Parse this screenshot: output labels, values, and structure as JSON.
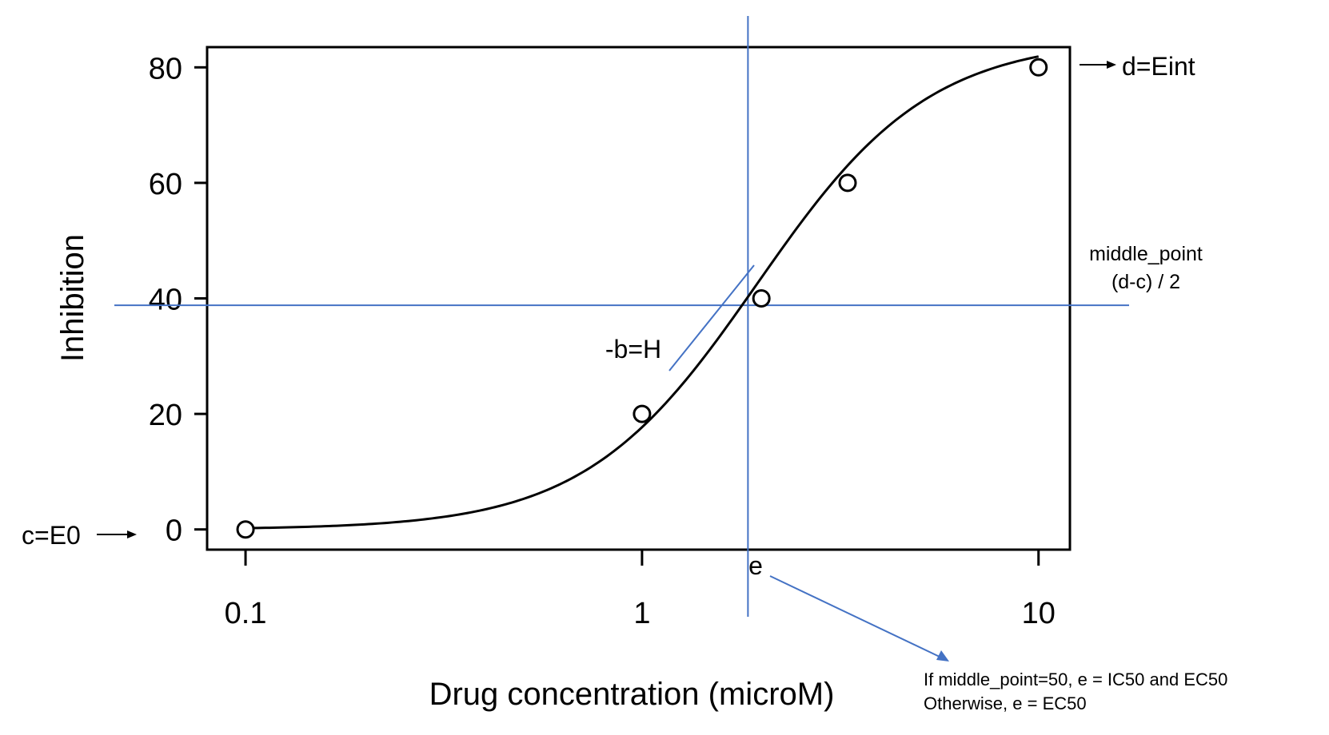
{
  "chart_data": {
    "type": "scatter",
    "title": "",
    "xlabel": "Drug concentration (microM)",
    "ylabel": "Inhibition",
    "x_scale": "log",
    "xlim": [
      0.08,
      12
    ],
    "ylim": [
      -3.5,
      83.5
    ],
    "x_ticks": [
      0.1,
      1,
      10
    ],
    "x_tick_labels": [
      "0.1",
      "1",
      "10"
    ],
    "y_ticks": [
      0,
      20,
      40,
      60,
      80
    ],
    "y_tick_labels": [
      "0",
      "20",
      "40",
      "60",
      "80"
    ],
    "grid": false,
    "points": [
      {
        "x": 0.1,
        "y": 0
      },
      {
        "x": 1,
        "y": 20
      },
      {
        "x": 2,
        "y": 40
      },
      {
        "x": 3.3,
        "y": 60
      },
      {
        "x": 10,
        "y": 80
      }
    ],
    "fitted_curve": {
      "model": "4PL",
      "c": 0,
      "d": 85,
      "e": 1.95,
      "b": -2
    },
    "reference_lines": {
      "e_x": 1.85,
      "middle_y": 38.8
    },
    "colors": {
      "curve": "#000000",
      "reference": "#4472c4"
    },
    "annotations": {
      "top_right": "d=Eint",
      "bottom_left": "c=E0",
      "middle_point_line1": "middle_point",
      "middle_point_line2": "(d-c) / 2",
      "slope": "-b=H",
      "e_label": "e",
      "note_line1": "If middle_point=50,  e = IC50 and EC50",
      "note_line2": "Otherwise, e = EC50"
    }
  }
}
